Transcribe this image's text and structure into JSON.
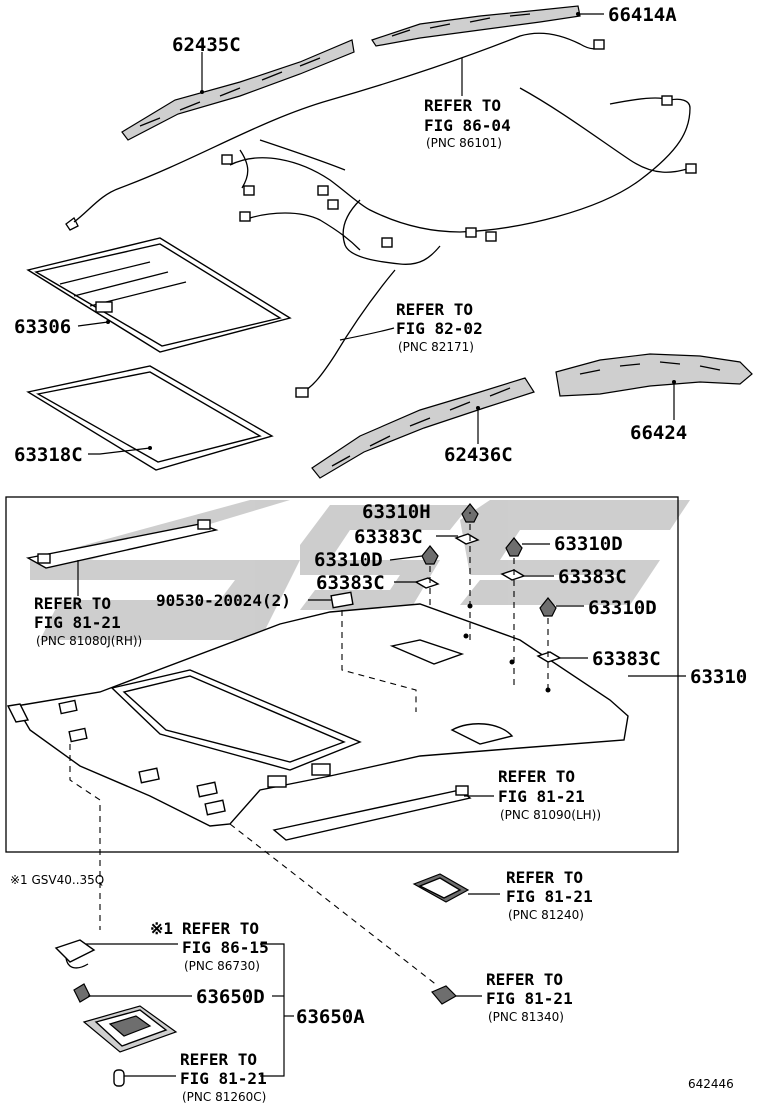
{
  "labels": {
    "p66414a": "66414A",
    "p62435c": "62435C",
    "p63306": "63306",
    "p63318c": "63318C",
    "p62436c": "62436C",
    "p66424": "66424",
    "p63310h": "63310H",
    "p63383c_1": "63383C",
    "p63310d_1": "63310D",
    "p63310d_2": "63310D",
    "p63383c_2": "63383C",
    "p63383c_3": "63383C",
    "p63310d_3": "63310D",
    "p63383c_4": "63383C",
    "p63310": "63310",
    "p90530": "90530-20024(2)",
    "p63650d": "63650D",
    "p63650a": "63650A"
  },
  "refers": [
    {
      "line1": "REFER TO",
      "line2": "FIG 86-04",
      "pnc": "(PNC 86101)"
    },
    {
      "line1": "REFER TO",
      "line2": "FIG 82-02",
      "pnc": "(PNC 82171)"
    },
    {
      "line1": "REFER TO",
      "line2": "FIG 81-21",
      "pnc": "(PNC 81080J(RH))"
    },
    {
      "line1": "REFER TO",
      "line2": "FIG 81-21",
      "pnc": "(PNC 81090(LH))"
    },
    {
      "line1": "REFER TO",
      "line2": "FIG 81-21",
      "pnc": "(PNC 81240)"
    },
    {
      "line1": "REFER TO",
      "line2": "FIG 86-15",
      "pnc": "(PNC 86730)"
    },
    {
      "line1": "REFER TO",
      "line2": "FIG 81-21",
      "pnc": "(PNC 81340)"
    },
    {
      "line1": "REFER TO",
      "line2": "FIG 81-21",
      "pnc": "(PNC 81260C)"
    }
  ],
  "note": {
    "mark": "※1",
    "text": "※1   GSV40..35Q"
  },
  "figure_code": "642446"
}
